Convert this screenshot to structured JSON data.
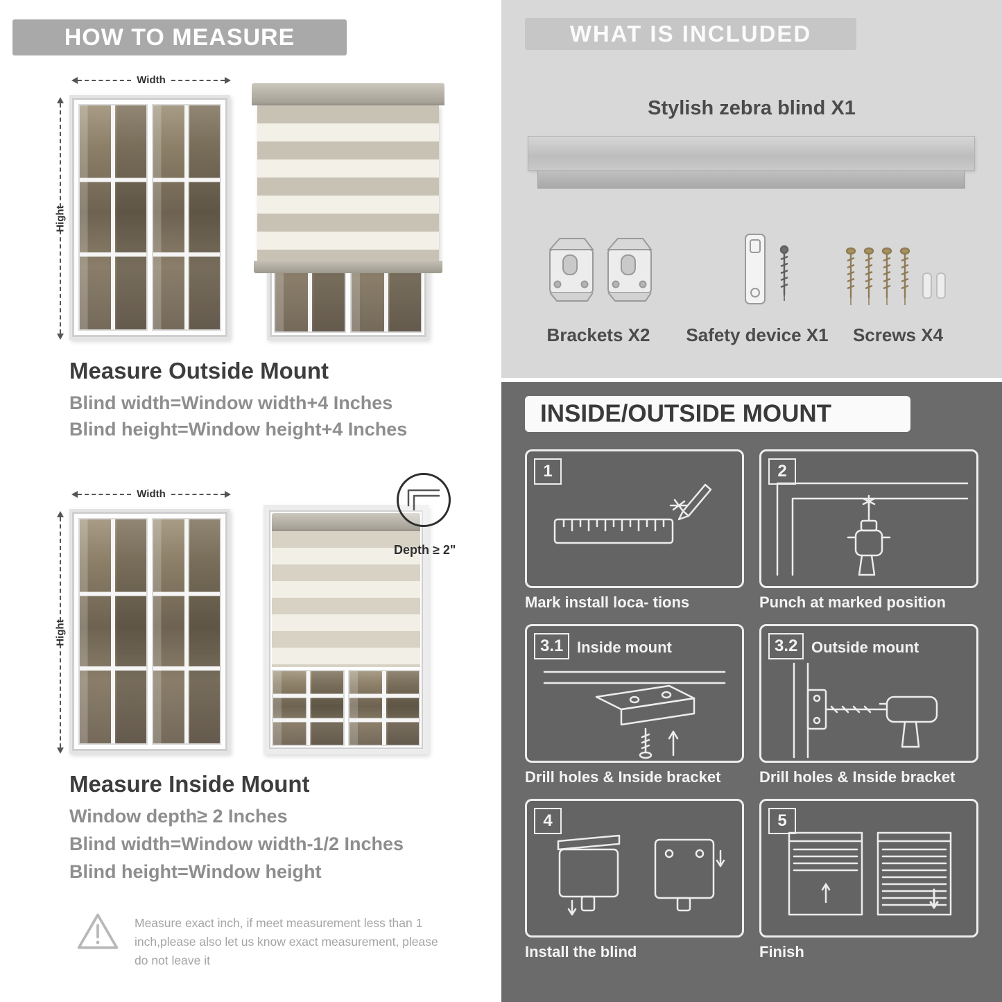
{
  "left": {
    "banner": "HOW TO MEASURE",
    "measure_labels": {
      "width": "Width",
      "height": "Hight",
      "depth": "Depth ≥ 2\""
    },
    "outside": {
      "heading": "Measure Outside Mount",
      "line1": "Blind width=Window width+4 Inches",
      "line2": "Blind height=Window height+4 Inches"
    },
    "inside": {
      "heading": "Measure Inside Mount",
      "line1": "Window depth≥ 2 Inches",
      "line2": "Blind width=Window width-1/2 Inches",
      "line3": "Blind height=Window height"
    },
    "warning": "Measure exact inch, if meet measurement less than 1 inch,please also let us know exact measurement, please do not leave it"
  },
  "right": {
    "included": {
      "banner": "WHAT IS INCLUDED",
      "product": "Stylish zebra blind X1",
      "items": [
        {
          "label": "Brackets X2"
        },
        {
          "label": "Safety device X1"
        },
        {
          "label": "Screws X4"
        }
      ]
    },
    "mount": {
      "banner": "INSIDE/OUTSIDE MOUNT",
      "steps": [
        {
          "num": "1",
          "caption": "Mark install loca- tions"
        },
        {
          "num": "2",
          "caption": "Punch at  marked position"
        },
        {
          "num": "3.1",
          "title": "Inside mount",
          "caption": "Drill holes &  Inside bracket"
        },
        {
          "num": "3.2",
          "title": "Outside mount",
          "caption": "Drill holes &  Inside bracket"
        },
        {
          "num": "4",
          "caption": "Install the blind"
        },
        {
          "num": "5",
          "caption": "Finish"
        }
      ]
    }
  },
  "colors": {
    "left_banner_bg": "#a9a9a9",
    "included_bg": "#d8d8d8",
    "included_banner_bg": "#c6c6c6",
    "mount_bg": "#6b6b6b",
    "heading_text": "#3d3d3d",
    "sub_text": "#8e8e8e",
    "caption_text": "#f4f4f4"
  }
}
